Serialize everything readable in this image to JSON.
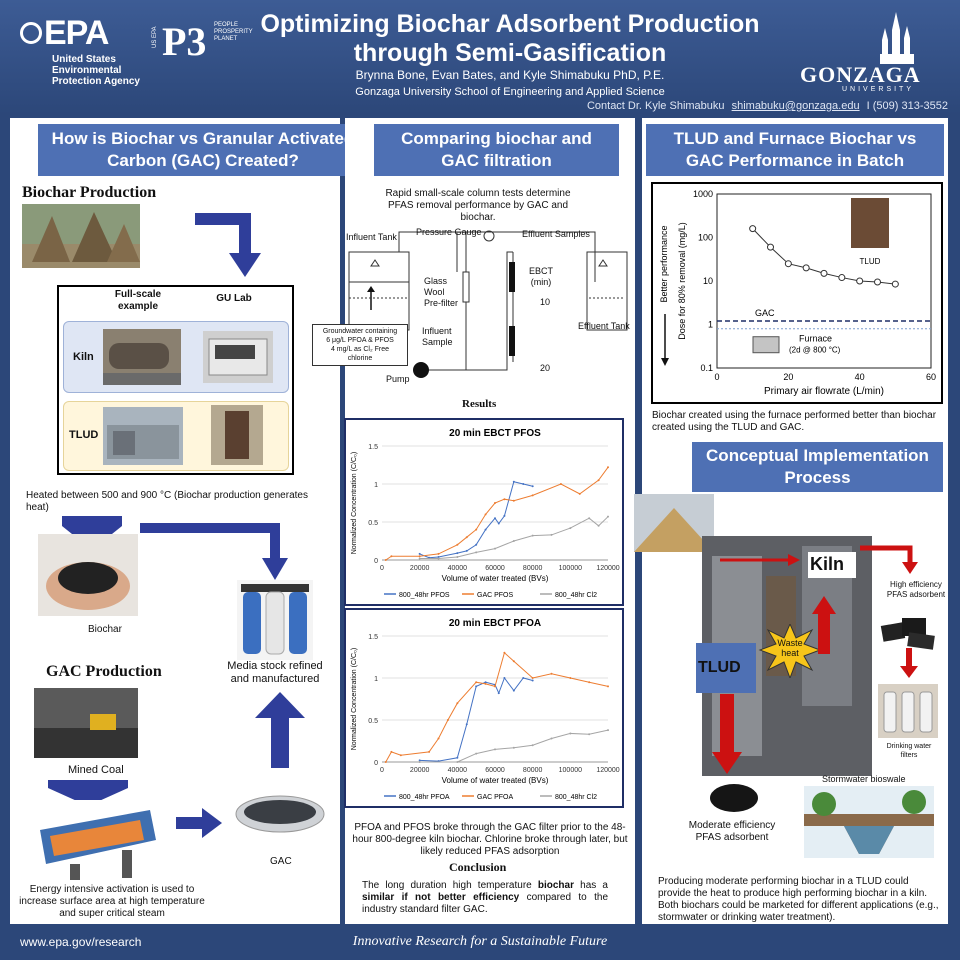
{
  "header": {
    "epa_mark": "EPA",
    "epa_lines": [
      "United States",
      "Environmental",
      "Protection Agency"
    ],
    "p3_mark": "P3",
    "p3_vertical": "US EPA",
    "p3_words": [
      "PEOPLE",
      "PROSPERITY",
      "PLANET"
    ],
    "title_line1": "Optimizing Biochar Adsorbent Production",
    "title_line2": "through Semi-Gasification",
    "authors": "Brynna Bone, Evan Bates, and Kyle Shimabuku PhD, P.E.",
    "school": "Gonzaga University School of Engineering and Applied Science",
    "contact_prefix": "Contact Dr. Kyle Shimabuku",
    "contact_email": "shimabuku@gonzaga.edu",
    "contact_sep": "I",
    "contact_phone": "(509) 313-3552",
    "gonzaga_word": "GONZAGA",
    "gonzaga_univ": "UNIVERSITY"
  },
  "col1": {
    "title": "How is Biochar vs Granular Activated Carbon (GAC) Created?",
    "biochar_heading": "Biochar Production",
    "table_col1": "Full-scale example",
    "table_col2": "GU Lab",
    "row_kiln": "Kiln",
    "row_tlud": "TLUD",
    "heated_text": "Heated between  500 and 900 °C (Biochar production generates heat)",
    "biochar_label": "Biochar",
    "media_text": "Media stock refined and manufactured",
    "gac_heading": "GAC Production",
    "mined_coal": "Mined Coal",
    "gac_label": "GAC",
    "energy_text": "Energy intensive activation is used to increase surface area at high temperature and super critical steam"
  },
  "col2": {
    "title": "Comparing biochar and GAC filtration",
    "intro": "Rapid small-scale column tests determine PFAS removal performance by GAC and biochar.",
    "diagram": {
      "influent_tank": "Influent Tank",
      "pressure_gauge": "Pressure Gauge",
      "effluent_samples": "Effluent Samples",
      "glass_wool": [
        "Glass",
        "Wool",
        "Pre-filter"
      ],
      "ebct": [
        "EBCT",
        "(min)"
      ],
      "ebct_10": "10",
      "ebct_20": "20",
      "effluent_tank": "Effluent Tank",
      "groundwater": [
        "Groundwater containing",
        "6 μg/L PFOA & PFOS",
        "4 mg/L as Cl₂ Free",
        "chlorine"
      ],
      "influent_sample": [
        "Influent",
        "Sample"
      ],
      "pump": "Pump"
    },
    "results_heading": "Results",
    "breakthrough_text": "PFOA and PFOS broke through the GAC filter prior to the 48-hour 800-degree kiln biochar. Chlorine broke through later, but likely reduced PFAS adsorption",
    "conclusion_heading": "Conclusion",
    "conclusion_pre": "The long duration high temperature ",
    "conclusion_b1": "biochar",
    "conclusion_mid": " has a ",
    "conclusion_b2": "similar if not better efficiency",
    "conclusion_post": " compared to the industry standard filter GAC."
  },
  "col3": {
    "title": "TLUD and Furnace Biochar vs GAC Performance in Batch",
    "better_performance": "Better performance",
    "tlud_photo_label": "TLUD",
    "gac_line_label": "GAC",
    "furnace_label": [
      "Furnace",
      "(2d @ 800 °C)"
    ],
    "caption": "Biochar created using the furnace performed better than biochar created using the TLUD and GAC.",
    "concept_title": "Conceptual Implementation Process",
    "kiln_label": "Kiln",
    "tlud_label": "TLUD",
    "waste_heat": [
      "Waste",
      "heat"
    ],
    "high_eff": [
      "High efficiency",
      "PFAS adsorbent"
    ],
    "drinking_filters": [
      "Drinking water",
      "filters"
    ],
    "stormwater": "Stormwater bioswale",
    "moderate_eff": [
      "Moderate efficiency",
      "PFAS adsorbent"
    ],
    "concept_text": "Producing moderate performing biochar in a TLUD could provide the heat to produce high performing biochar in a kiln. Both biochars could be marketed for different applications (e.g., stormwater or drinking water treatment)."
  },
  "footer": {
    "url": "www.epa.gov/research",
    "tagline": "Innovative Research for a Sustainable Future"
  },
  "colors": {
    "background": "#2c4779",
    "section_title": "#4e70b4",
    "arrow_blue": "#2f3e9a",
    "arrow_red": "#cc1111",
    "series_biochar": "#4472c4",
    "series_gac": "#ed7d31",
    "series_cl2": "#a5a5a5"
  },
  "chart_data": [
    {
      "type": "line",
      "title": "20 min EBCT PFOS",
      "xlabel": "Volume of water treated (BVs)",
      "ylabel": "Normalized Concentration (C/C₀)",
      "xlim": [
        0,
        120000
      ],
      "ylim": [
        0,
        1.5
      ],
      "xticks": [
        "0",
        "20000",
        "40000",
        "60000",
        "80000",
        "100000",
        "120000"
      ],
      "yticks": [
        "0",
        "0.5",
        "1",
        "1.5"
      ],
      "series": [
        {
          "name": "800_48hr PFOS",
          "color": "#4472c4",
          "x": [
            20000,
            25000,
            30000,
            40000,
            45000,
            50000,
            55000,
            60000,
            62000,
            65000,
            70000,
            75000,
            80000
          ],
          "y": [
            0.08,
            0.03,
            0.04,
            0.09,
            0.12,
            0.2,
            0.4,
            0.55,
            0.48,
            0.58,
            1.03,
            1.0,
            0.97
          ]
        },
        {
          "name": "GAC PFOS",
          "color": "#ed7d31",
          "x": [
            2000,
            5000,
            20000,
            30000,
            40000,
            45000,
            50000,
            55000,
            60000,
            65000,
            70000,
            80000,
            95000,
            105000,
            115000,
            120000
          ],
          "y": [
            0.0,
            0.05,
            0.05,
            0.08,
            0.2,
            0.3,
            0.4,
            0.6,
            0.75,
            0.8,
            0.78,
            0.85,
            1.0,
            0.87,
            1.05,
            1.22
          ]
        },
        {
          "name": "800_48hr Cl2",
          "color": "#a5a5a5",
          "x": [
            20000,
            30000,
            40000,
            50000,
            60000,
            70000,
            80000,
            90000,
            100000,
            110000,
            115000,
            120000
          ],
          "y": [
            0.02,
            0.02,
            0.04,
            0.1,
            0.15,
            0.25,
            0.32,
            0.33,
            0.42,
            0.55,
            0.45,
            0.57
          ]
        }
      ],
      "legend": "bottom"
    },
    {
      "type": "line",
      "title": "20 min EBCT PFOA",
      "xlabel": "Volume of water treated (BVs)",
      "ylabel": "Normalized Concentration (C/C₀)",
      "xlim": [
        0,
        120000
      ],
      "ylim": [
        0,
        1.5
      ],
      "xticks": [
        "0",
        "20000",
        "40000",
        "60000",
        "80000",
        "100000",
        "120000"
      ],
      "yticks": [
        "0",
        "0.5",
        "1",
        "1.5"
      ],
      "series": [
        {
          "name": "800_48hr PFOA",
          "color": "#4472c4",
          "x": [
            20000,
            30000,
            40000,
            45000,
            50000,
            55000,
            60000,
            62000,
            65000,
            70000,
            75000,
            80000
          ],
          "y": [
            0.02,
            0.01,
            0.05,
            0.45,
            0.9,
            0.95,
            0.92,
            0.82,
            1.0,
            0.85,
            1.0,
            0.97
          ]
        },
        {
          "name": "GAC PFOA",
          "color": "#ed7d31",
          "x": [
            2000,
            5000,
            10000,
            25000,
            30000,
            35000,
            40000,
            50000,
            55000,
            60000,
            65000,
            70000,
            80000,
            90000,
            100000,
            110000,
            120000
          ],
          "y": [
            0.0,
            0.12,
            0.08,
            0.12,
            0.28,
            0.5,
            0.7,
            0.95,
            0.93,
            0.9,
            1.3,
            1.2,
            1.0,
            1.05,
            1.0,
            0.95,
            0.9
          ]
        },
        {
          "name": "800_48hr Cl2",
          "color": "#a5a5a5",
          "x": [
            20000,
            40000,
            50000,
            60000,
            70000,
            80000,
            90000,
            100000,
            110000,
            120000
          ],
          "y": [
            0.0,
            0.0,
            0.1,
            0.15,
            0.17,
            0.2,
            0.28,
            0.34,
            0.33,
            0.38
          ]
        }
      ],
      "legend": "bottom"
    },
    {
      "type": "scatter",
      "xlabel": "Primary air flowrate (L/min)",
      "ylabel": "Dose for 80% removal (mg/L)",
      "xlim": [
        0,
        60
      ],
      "ylim": [
        0.1,
        1000
      ],
      "yscale": "log",
      "xticks": [
        "0",
        "20",
        "40",
        "60"
      ],
      "yticks": [
        "0.1",
        "1",
        "10",
        "100",
        "1000"
      ],
      "series": [
        {
          "name": "TLUD",
          "x": [
            10,
            15,
            20,
            25,
            30,
            35,
            40,
            45,
            50
          ],
          "y": [
            160,
            60,
            25,
            20,
            15,
            12,
            10,
            9.5,
            8.5
          ]
        }
      ],
      "reference_lines": [
        {
          "name": "GAC",
          "y": 1.2
        },
        {
          "name": "Furnace (2d @ 800 °C)",
          "y": 0.8
        }
      ]
    }
  ]
}
